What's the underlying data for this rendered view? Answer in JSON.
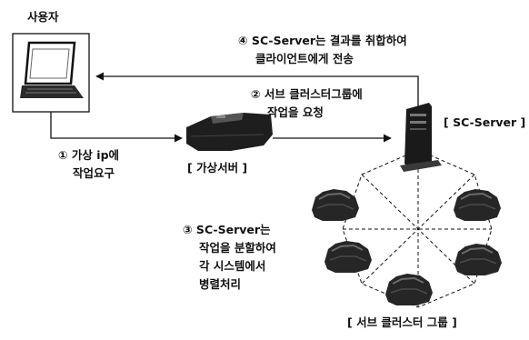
{
  "labels": {
    "user": "사용자",
    "step4_line1": "④ SC-Server는 결과를 취합하여",
    "step4_line2": "클라이언트에게 전송",
    "step2_line1": "② 서브 클러스터그룹에",
    "step2_line2": "작업을 요청",
    "sc_server": "[ SC-Server ]",
    "step1_line1": "① 가상 ip에",
    "step1_line2": "작업요구",
    "virtual_server": "[ 가상서버 ]",
    "step3_line1": "③ SC-Server는",
    "step3_line2": "작업을 분할하여",
    "step3_line3": "각 시스템에서",
    "step3_line4": "병렬처리",
    "sub_cluster": "[ 서브 클러스터 그룹 ]"
  },
  "icons": {
    "user": "laptop-icon",
    "virtual_server": "virtual-server-icon",
    "sc_server": "server-tower-icon",
    "nodes": "cluster-node-icon"
  },
  "colors": {
    "line": "#111111",
    "device_dark": "#1e1e1e",
    "device_mid": "#555555"
  }
}
